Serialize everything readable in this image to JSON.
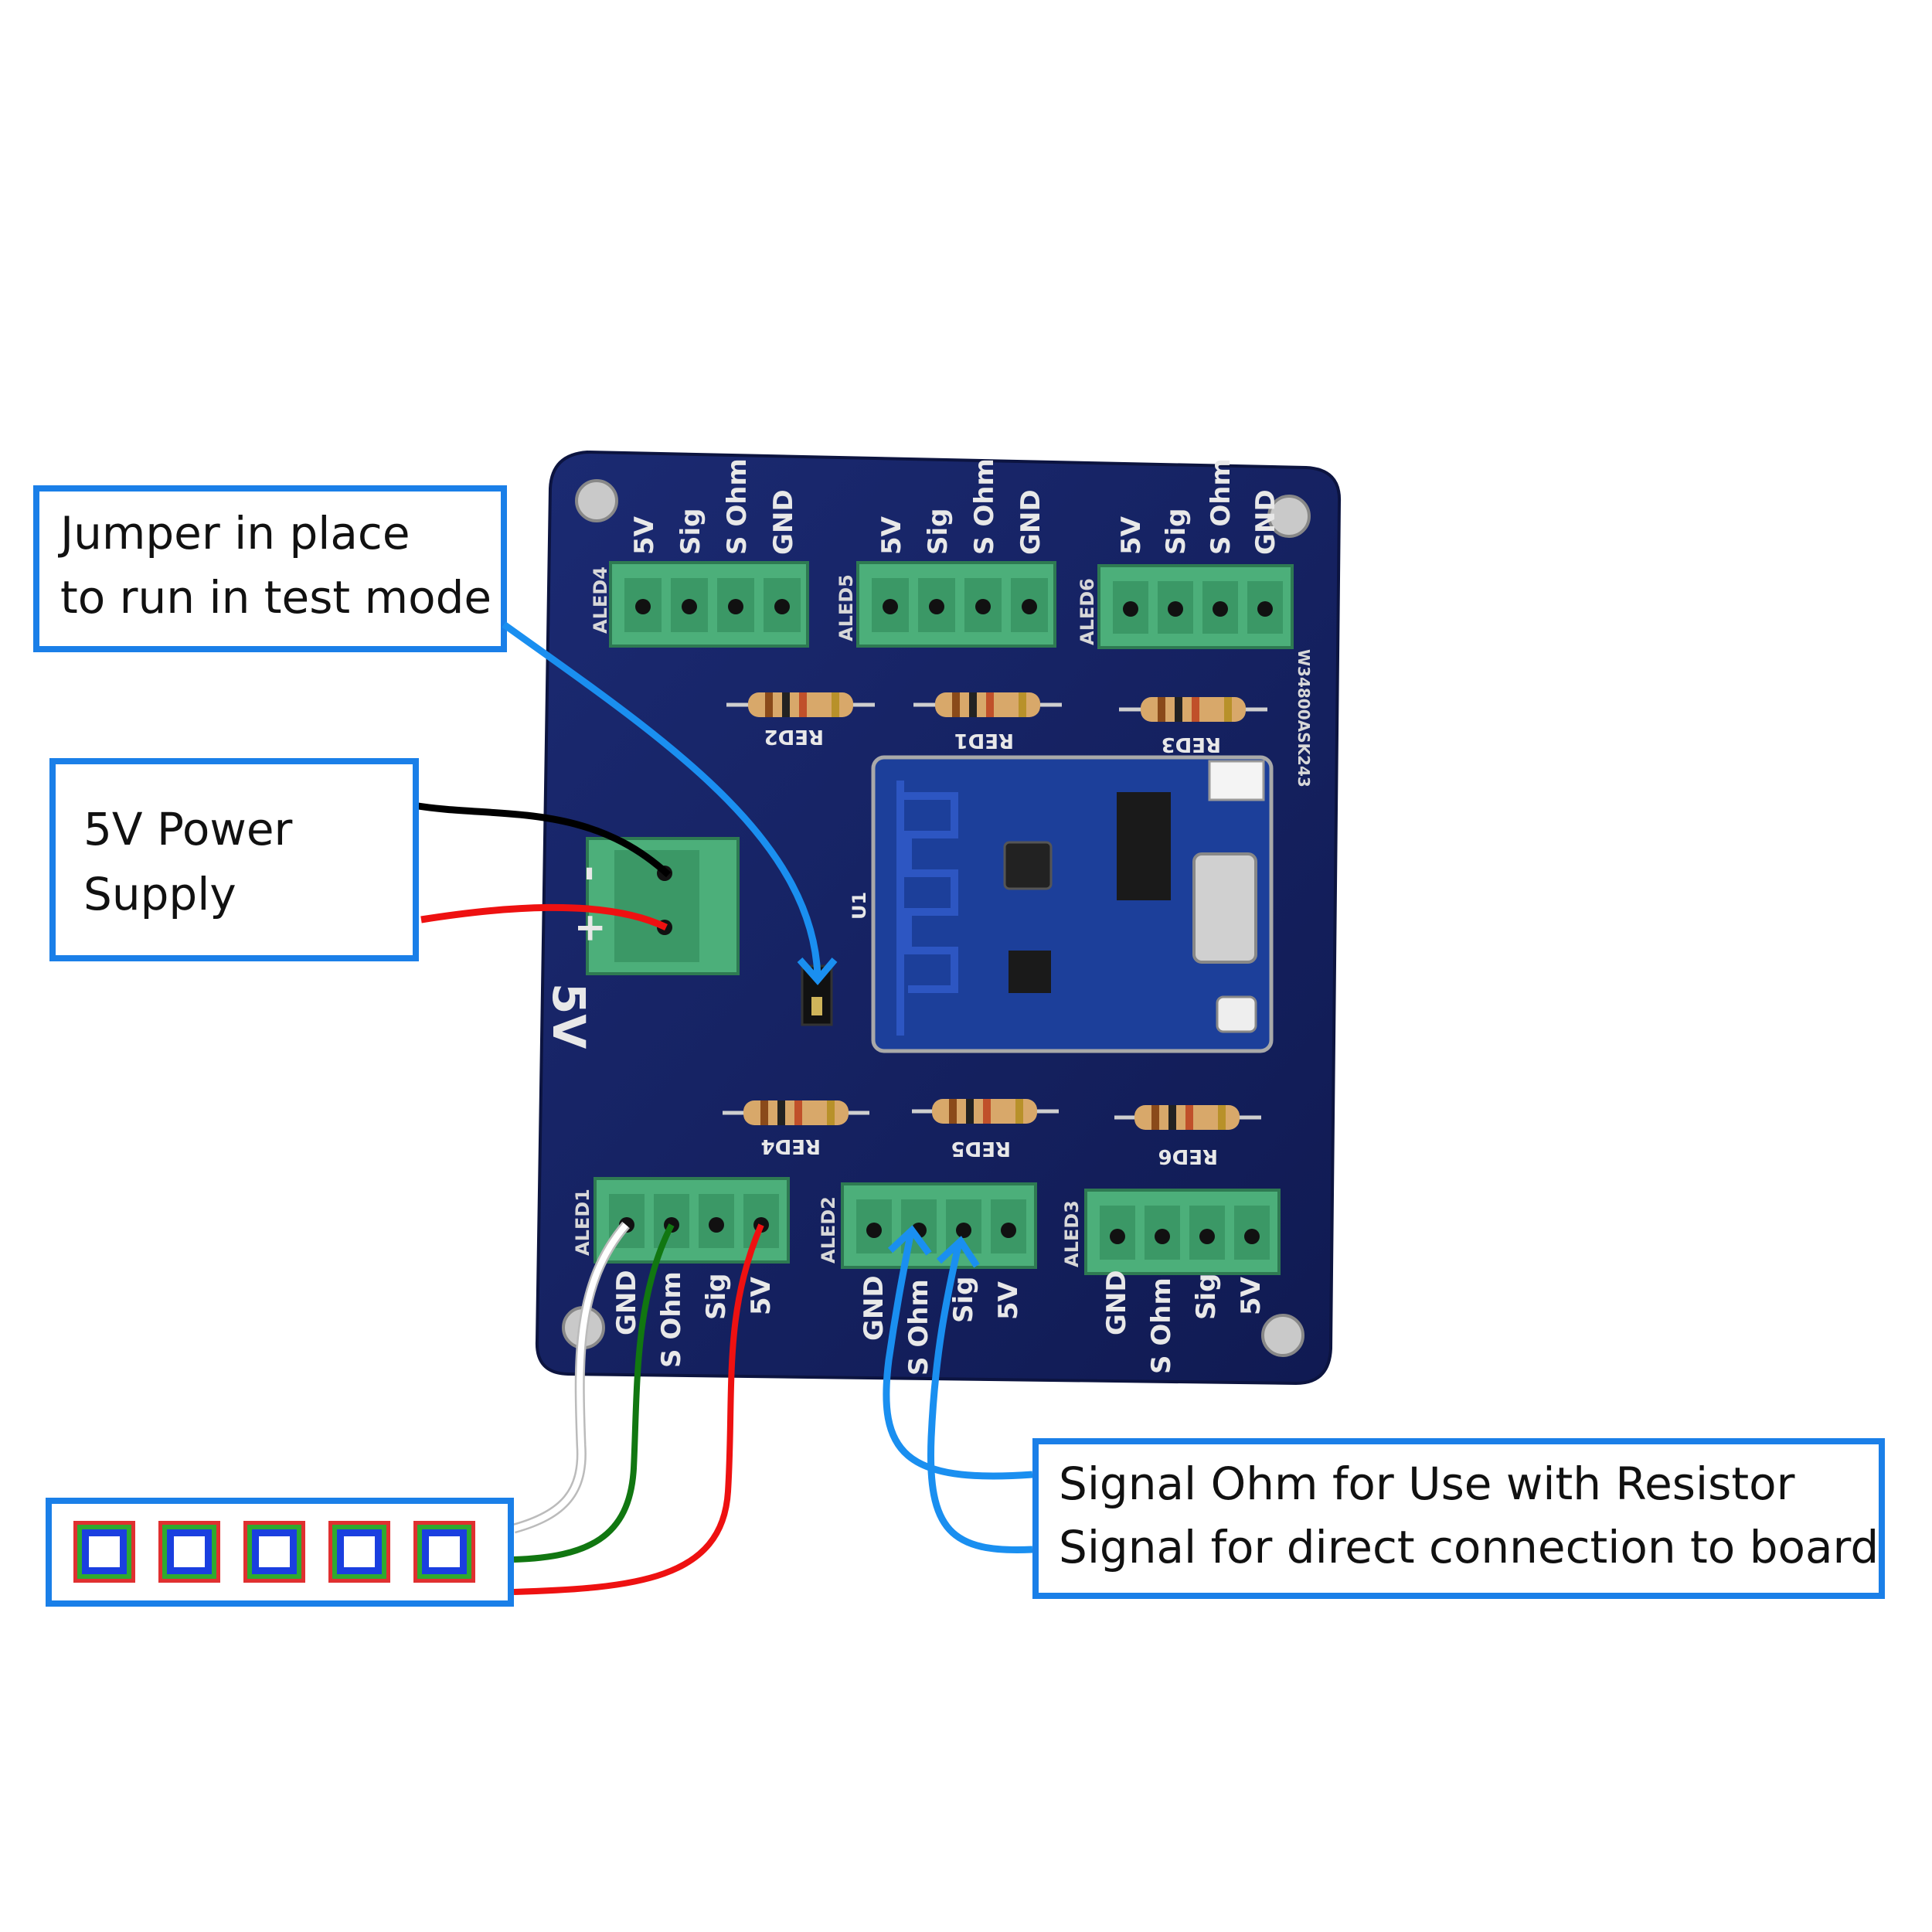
{
  "callouts": {
    "jumper": {
      "line1": "Jumper in place",
      "line2": "to run in test mode"
    },
    "power": {
      "line1": "5V Power",
      "line2": "Supply"
    },
    "signal": {
      "line1": "Signal Ohm for Use with Resistor",
      "line2": "Signal for direct connection to board"
    }
  },
  "board": {
    "connector_labels_top": [
      "5V",
      "Sig",
      "S Ohm",
      "GND"
    ],
    "connector_labels_bottom": [
      "GND",
      "S Ohm",
      "Sig",
      "5V"
    ],
    "top_connectors": [
      "ALED4",
      "ALED5",
      "ALED6"
    ],
    "bottom_connectors": [
      "ALED1",
      "ALED2",
      "ALED3"
    ],
    "top_resistors": [
      "RED2",
      "RED1",
      "RED3"
    ],
    "bottom_resistors": [
      "RED4",
      "RED5",
      "RED6"
    ],
    "module_label": "U1",
    "power_label": "5V",
    "power_minus": "-",
    "power_plus": "+",
    "serial_code": "W34800ASK243"
  },
  "colors": {
    "callout_border": "#1a7fe8",
    "arrow": "#1a8ff0",
    "pcb": "#14205e",
    "terminal": "#4caf7a",
    "wire_black": "#000000",
    "wire_red": "#ee1111",
    "wire_green": "#117711",
    "wire_white": "#ffffff"
  },
  "led_strip": {
    "led_count": 5
  }
}
